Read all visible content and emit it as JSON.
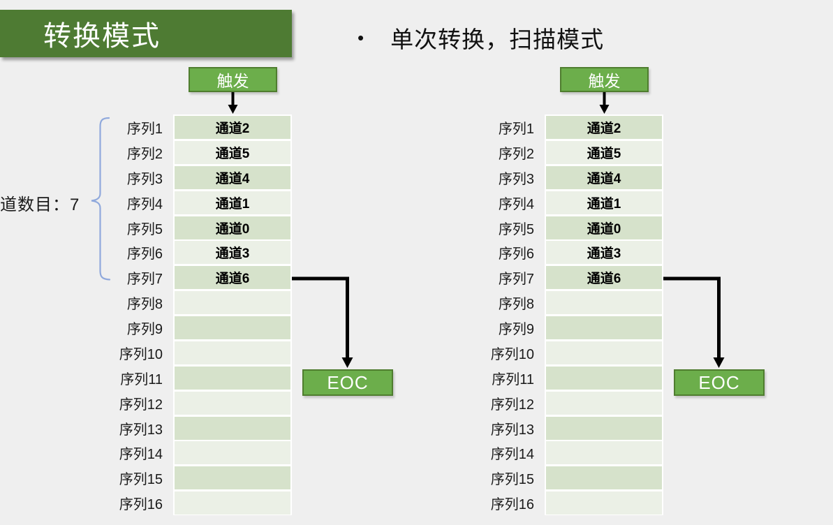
{
  "slide": {
    "title": "转换模式",
    "bullet_glyph": "•",
    "bullet": "单次转换，扫描模式"
  },
  "colors": {
    "background": "#efefef",
    "title_bg": "#4e7b33",
    "button_fill": "#6cae4b",
    "button_border": "#4f7d2f",
    "row_odd": "#d6e2cb",
    "row_even": "#ebf0e6",
    "brace": "#90a9dc",
    "arrow": "#000000"
  },
  "diagrams": [
    {
      "id": "left",
      "trigger_label": "触发",
      "eoc_label": "EOC",
      "brace_annotation": "道数目：7",
      "rows": [
        {
          "seq": "序列1",
          "channel": "通道2"
        },
        {
          "seq": "序列2",
          "channel": "通道5"
        },
        {
          "seq": "序列3",
          "channel": "通道4"
        },
        {
          "seq": "序列4",
          "channel": "通道1"
        },
        {
          "seq": "序列5",
          "channel": "通道0"
        },
        {
          "seq": "序列6",
          "channel": "通道3"
        },
        {
          "seq": "序列7",
          "channel": "通道6"
        },
        {
          "seq": "序列8",
          "channel": ""
        },
        {
          "seq": "序列9",
          "channel": ""
        },
        {
          "seq": "序列10",
          "channel": ""
        },
        {
          "seq": "序列11",
          "channel": ""
        },
        {
          "seq": "序列12",
          "channel": ""
        },
        {
          "seq": "序列13",
          "channel": ""
        },
        {
          "seq": "序列14",
          "channel": ""
        },
        {
          "seq": "序列15",
          "channel": ""
        },
        {
          "seq": "序列16",
          "channel": ""
        }
      ]
    },
    {
      "id": "right",
      "trigger_label": "触发",
      "eoc_label": "EOC",
      "rows": [
        {
          "seq": "序列1",
          "channel": "通道2"
        },
        {
          "seq": "序列2",
          "channel": "通道5"
        },
        {
          "seq": "序列3",
          "channel": "通道4"
        },
        {
          "seq": "序列4",
          "channel": "通道1"
        },
        {
          "seq": "序列5",
          "channel": "通道0"
        },
        {
          "seq": "序列6",
          "channel": "通道3"
        },
        {
          "seq": "序列7",
          "channel": "通道6"
        },
        {
          "seq": "序列8",
          "channel": ""
        },
        {
          "seq": "序列9",
          "channel": ""
        },
        {
          "seq": "序列10",
          "channel": ""
        },
        {
          "seq": "序列11",
          "channel": ""
        },
        {
          "seq": "序列12",
          "channel": ""
        },
        {
          "seq": "序列13",
          "channel": ""
        },
        {
          "seq": "序列14",
          "channel": ""
        },
        {
          "seq": "序列15",
          "channel": ""
        },
        {
          "seq": "序列16",
          "channel": ""
        }
      ]
    }
  ]
}
